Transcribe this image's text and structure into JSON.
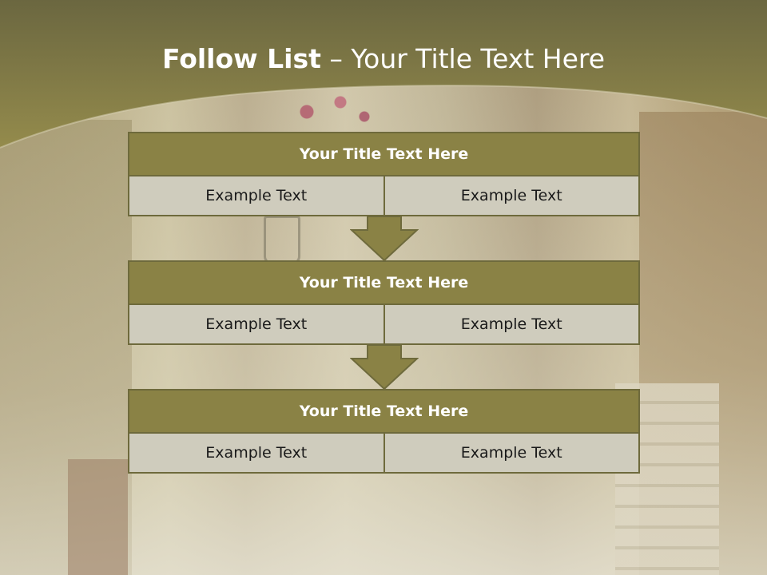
{
  "slide": {
    "title_bold": "Follow List",
    "title_rest": " – Your Title Text Here",
    "colors": {
      "accent_olive": "#8a8245",
      "cell_fill": "#cfccbd",
      "border": "#6e6a3c",
      "header_band_top": "#6b6740",
      "header_band_bottom": "#948b4c"
    },
    "blocks": [
      {
        "title": "Your Title Text Here",
        "cells": [
          "Example Text",
          "Example Text"
        ]
      },
      {
        "title": "Your Title Text Here",
        "cells": [
          "Example Text",
          "Example Text"
        ]
      },
      {
        "title": "Your Title Text Here",
        "cells": [
          "Example Text",
          "Example Text"
        ]
      }
    ]
  }
}
